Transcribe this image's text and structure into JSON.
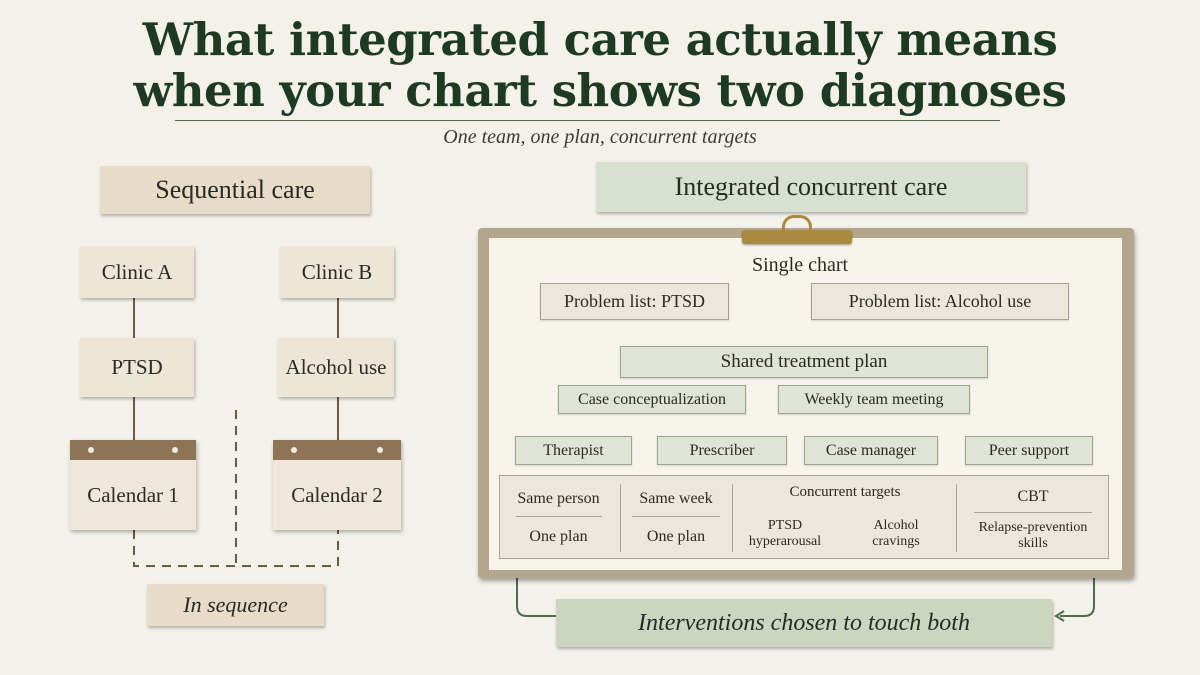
{
  "title_line1": "What integrated care actually means",
  "title_line2": "when your chart shows two diagnoses",
  "subtitle": "One team, one plan, concurrent targets",
  "sequential": {
    "heading": "Sequential care",
    "clinic_a": "Clinic A",
    "clinic_b": "Clinic B",
    "diag_a": "PTSD",
    "diag_b": "Alcohol use",
    "calendar_1": "Calendar 1",
    "calendar_2": "Calendar 2",
    "footer": "In sequence"
  },
  "integrated": {
    "heading": "Integrated concurrent care",
    "chart_title": "Single chart",
    "problem_1": "Problem list: PTSD",
    "problem_2": "Problem list: Alcohol use",
    "shared_plan": "Shared treatment plan",
    "case_conceptualization": "Case conceptualization",
    "team_meeting": "Weekly team meeting",
    "roles": [
      "Therapist",
      "Prescriber",
      "Case manager",
      "Peer support"
    ],
    "principles": {
      "same_person": "Same person",
      "same_person_sub": "One plan",
      "same_week": "Same week",
      "same_week_sub": "One plan",
      "concurrent": "Concurrent targets",
      "target_1": "PTSD hyperarousal",
      "target_2": "Alcohol cravings",
      "cbt": "CBT",
      "cbt_sub": "Relapse-prevention skills"
    },
    "footer": "Interventions chosen to touch both"
  },
  "colors": {
    "title_green": "#1f3a24",
    "line_brown": "#6e5a44",
    "line_green": "#4f6a4c",
    "calendar_band": "#8d7456",
    "clip_gold": "#a98a3e"
  }
}
